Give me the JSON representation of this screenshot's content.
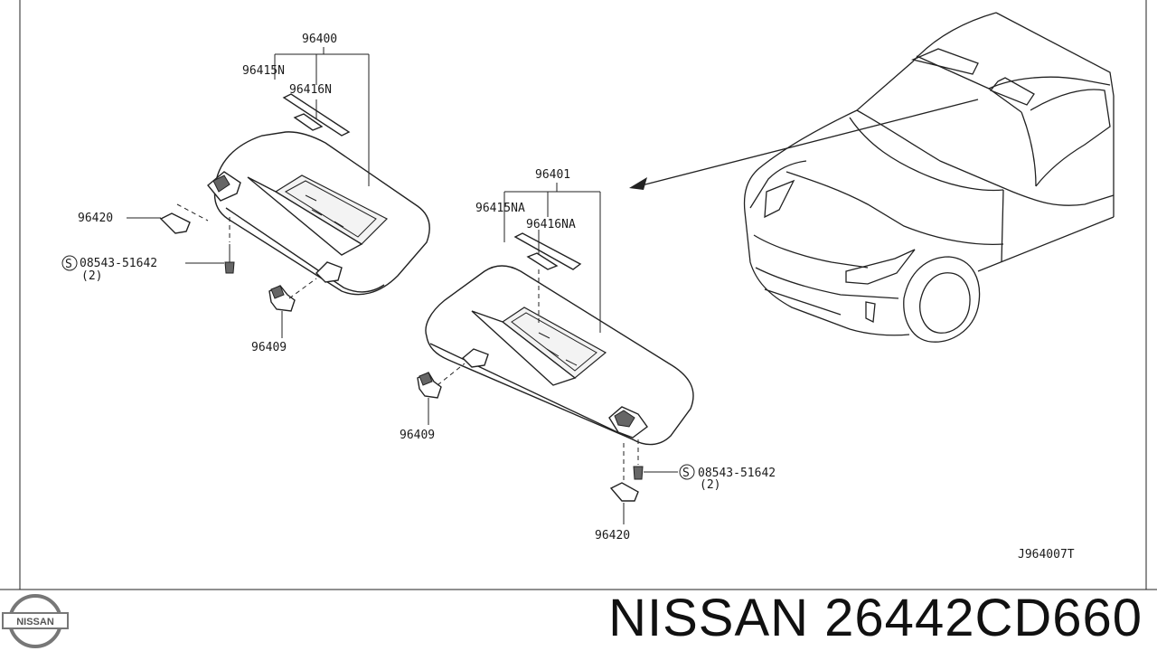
{
  "diagram_code": "J964007T",
  "footer": {
    "brand": "NISSAN",
    "part_number": "26442CD660",
    "logo_text": "NISSAN"
  },
  "labels": {
    "left_assembly": "96400",
    "left_bracket_a": "96415N",
    "left_bracket_b": "96416N",
    "left_clip": "96420",
    "left_screw": "08543-51642",
    "left_screw_qty": "(2)",
    "left_holder": "96409",
    "right_assembly": "96401",
    "right_bracket_a": "96415NA",
    "right_bracket_b": "96416NA",
    "right_holder": "96409",
    "right_screw": "08543-51642",
    "right_screw_qty": "(2)",
    "right_clip": "96420",
    "screw_symbol": "S"
  }
}
